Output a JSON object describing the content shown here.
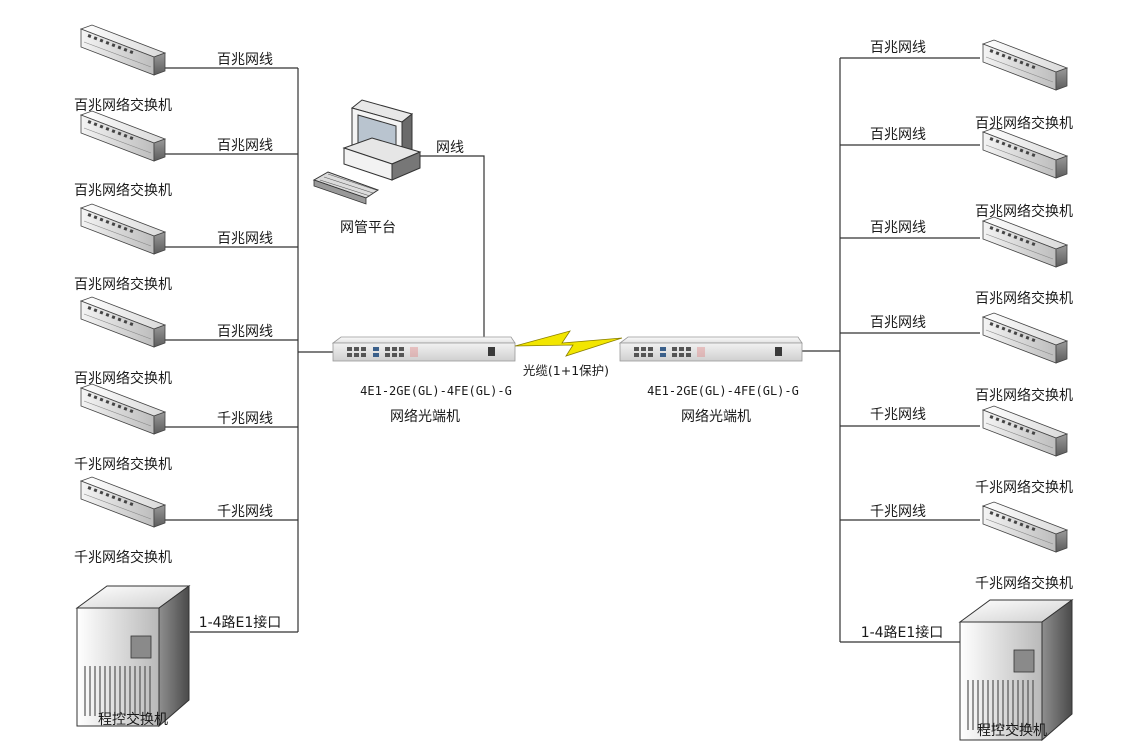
{
  "left": {
    "switches": [
      {
        "cable": "百兆网线",
        "name": "百兆网络交换机"
      },
      {
        "cable": "百兆网线",
        "name": "百兆网络交换机"
      },
      {
        "cable": "百兆网线",
        "name": "百兆网络交换机"
      },
      {
        "cable": "百兆网线",
        "name": "百兆网络交换机"
      },
      {
        "cable": "千兆网线",
        "name": "千兆网络交换机"
      },
      {
        "cable": "千兆网线",
        "name": "千兆网络交换机"
      }
    ],
    "pbx": {
      "cable": "1-4路E1接口",
      "name": "程控交换机"
    },
    "terminal": {
      "model": "4E1-2GE(GL)-4FE(GL)-G",
      "name": "网络光端机"
    }
  },
  "right": {
    "switches": [
      {
        "cable": "百兆网线",
        "name": "百兆网络交换机"
      },
      {
        "cable": "百兆网线",
        "name": "百兆网络交换机"
      },
      {
        "cable": "百兆网线",
        "name": "百兆网络交换机"
      },
      {
        "cable": "百兆网线",
        "name": "百兆网络交换机"
      },
      {
        "cable": "千兆网线",
        "name": "千兆网络交换机"
      },
      {
        "cable": "千兆网线",
        "name": "千兆网络交换机"
      }
    ],
    "pbx": {
      "cable": "1-4路E1接口",
      "name": "程控交换机"
    },
    "terminal": {
      "model": "4E1-2GE(GL)-4FE(GL)-G",
      "name": "网络光端机"
    }
  },
  "nms": {
    "name": "网管平台",
    "cable": "网线"
  },
  "fiber": {
    "label": "光缆(1+1保护)",
    "color": "#f2e600"
  }
}
